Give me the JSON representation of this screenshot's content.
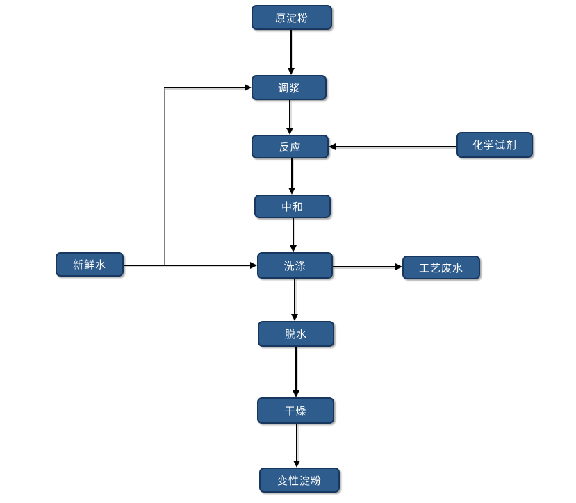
{
  "diagram": {
    "nodes": [
      {
        "id": "raw-starch",
        "label": "原淀粉"
      },
      {
        "id": "slurry-mixing",
        "label": "调浆"
      },
      {
        "id": "reaction",
        "label": "反应"
      },
      {
        "id": "neutralization",
        "label": "中和"
      },
      {
        "id": "washing",
        "label": "洗涤"
      },
      {
        "id": "dewatering",
        "label": "脱水"
      },
      {
        "id": "drying",
        "label": "干燥"
      },
      {
        "id": "modified-starch",
        "label": "变性淀粉"
      },
      {
        "id": "chemical-reagent",
        "label": "化学试剂"
      },
      {
        "id": "fresh-water",
        "label": "新鲜水"
      },
      {
        "id": "process-wastewater",
        "label": "工艺废水"
      }
    ],
    "edges": [
      {
        "from": "原淀粉",
        "to": "调浆"
      },
      {
        "from": "调浆",
        "to": "反应"
      },
      {
        "from": "化学试剂",
        "to": "反应"
      },
      {
        "from": "反应",
        "to": "中和"
      },
      {
        "from": "中和",
        "to": "洗涤"
      },
      {
        "from": "新鲜水",
        "to": "洗涤"
      },
      {
        "from": "新鲜水",
        "to": "调浆"
      },
      {
        "from": "洗涤",
        "to": "工艺废水"
      },
      {
        "from": "洗涤",
        "to": "脱水"
      },
      {
        "from": "脱水",
        "to": "干燥"
      },
      {
        "from": "干燥",
        "to": "变性淀粉"
      }
    ],
    "colors": {
      "node_fill": "#2e5c8c",
      "node_border": "#17375e",
      "node_text": "#ffffff",
      "arrow": "#000000",
      "branch_line": "#808080",
      "background": "#ffffff"
    }
  }
}
